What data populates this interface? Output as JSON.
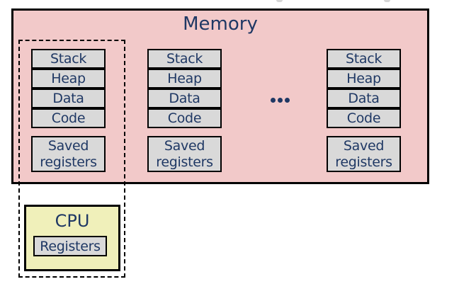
{
  "colors": {
    "memory_fill": "#f2c9c9",
    "segment_fill": "#d9d9d9",
    "cpu_fill": "#f0f0ba",
    "text": "#1f3864",
    "border": "#000000"
  },
  "memory": {
    "title": "Memory",
    "ellipsis": "•••",
    "columns": [
      {
        "segments": [
          "Stack",
          "Heap",
          "Data",
          "Code"
        ],
        "saved_registers": "Saved registers"
      },
      {
        "segments": [
          "Stack",
          "Heap",
          "Data",
          "Code"
        ],
        "saved_registers": "Saved registers"
      },
      {
        "segments": [
          "Stack",
          "Heap",
          "Data",
          "Code"
        ],
        "saved_registers": "Saved registers"
      }
    ]
  },
  "cpu": {
    "title": "CPU",
    "registers_label": "Registers"
  }
}
